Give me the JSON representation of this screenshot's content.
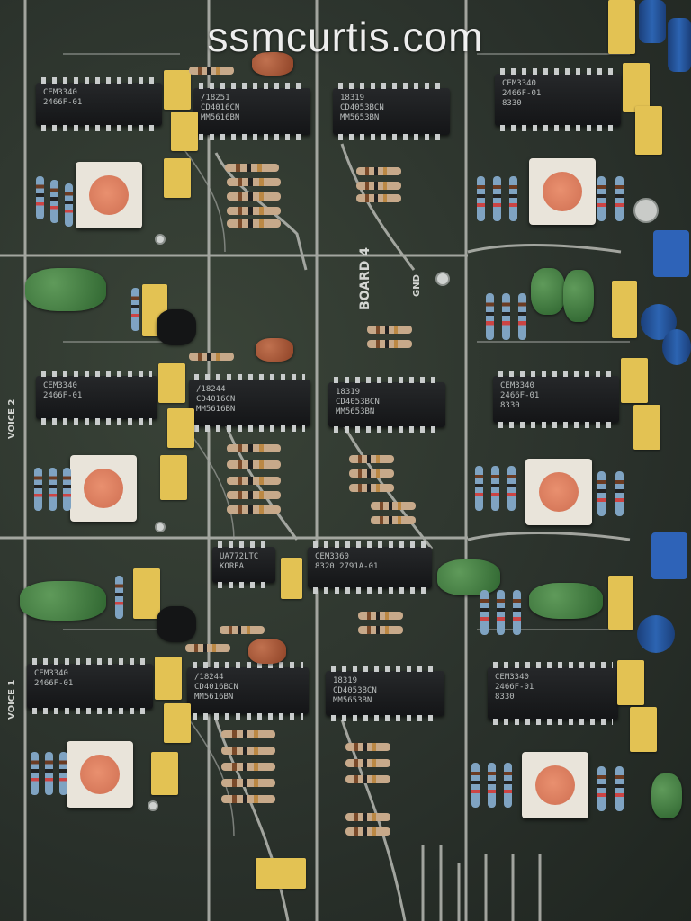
{
  "watermark": "ssmcurtis.com",
  "silkscreen": {
    "board_label": "BOARD 4",
    "voice_2": "VOICE 2",
    "voice_1": "VOICE 1",
    "gnd": "GND"
  },
  "chips": [
    {
      "lines": [
        "CEM3340",
        "2466F-01"
      ]
    },
    {
      "lines": [
        "/18251",
        "CD4016CN",
        "MM5616BN"
      ]
    },
    {
      "lines": [
        "18319",
        "CD4053BCN",
        "MM5653BN"
      ]
    },
    {
      "lines": [
        "CEM3340",
        "2466F-01",
        "8330"
      ]
    },
    {
      "lines": [
        "CEM3340",
        "2466F-01"
      ]
    },
    {
      "lines": [
        "/18244",
        "CD4016CN",
        "MM5616BN"
      ]
    },
    {
      "lines": [
        "18319",
        "CD4053BCN",
        "MM5653BN"
      ]
    },
    {
      "lines": [
        "CEM3340",
        "2466F-01",
        "8330"
      ]
    },
    {
      "lines": [
        "UA772LTC",
        "KOREA"
      ]
    },
    {
      "lines": [
        "CEM3360",
        "8320 2791A-01"
      ]
    },
    {
      "lines": [
        "CEM3340",
        "2466F-01"
      ]
    },
    {
      "lines": [
        "/18244",
        "CD4016BCN",
        "MM5616BN"
      ]
    },
    {
      "lines": [
        "18319",
        "CD4053BCN",
        "MM5653BN"
      ]
    },
    {
      "lines": [
        "CEM3340",
        "2466F-01",
        "8330"
      ]
    }
  ],
  "colors": {
    "board": "#2b322d",
    "trace": "#b7b9b3",
    "cap": "#e3c253",
    "pot": "#e9e4da"
  }
}
